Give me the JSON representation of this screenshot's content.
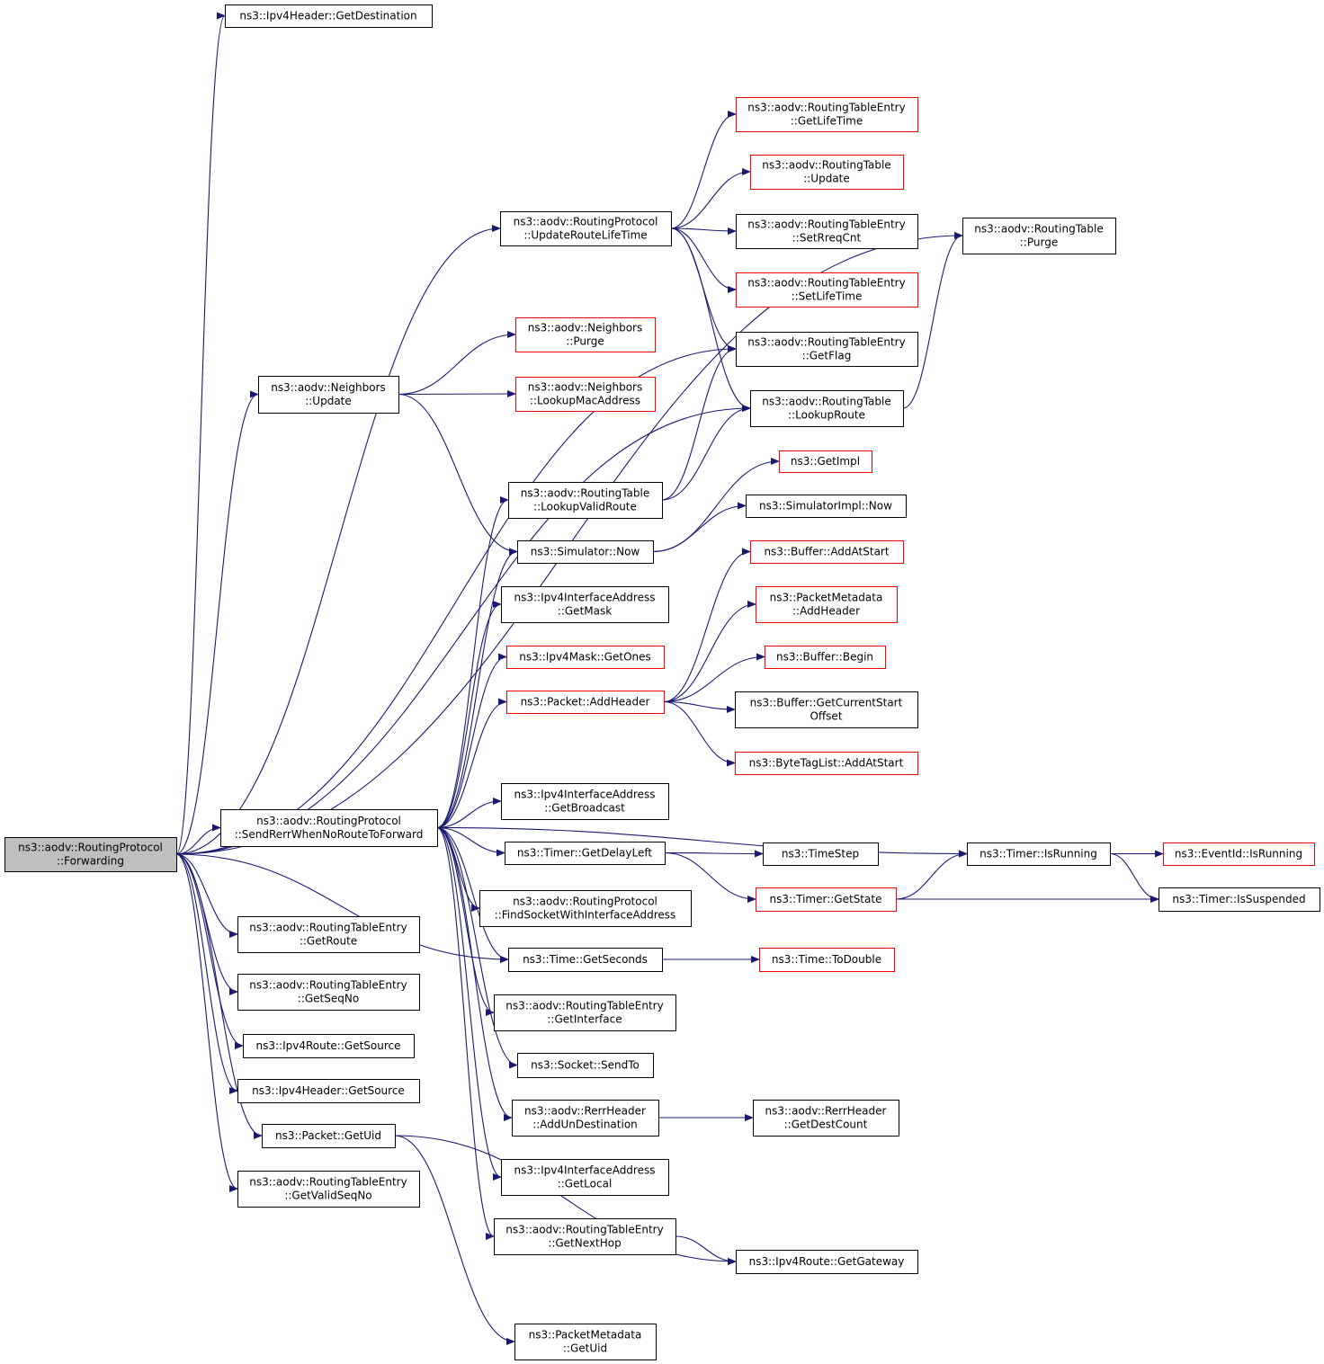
{
  "colors": {
    "edge": "#191970",
    "border_normal": "#000000",
    "border_truncated": "#ff0000",
    "root_fill": "#bfbfbf",
    "node_fill": "#ffffff"
  },
  "nodes": [
    {
      "id": "forwarding",
      "lines": [
        "ns3::aodv::RoutingProtocol",
        "::Forwarding"
      ],
      "style": "root"
    },
    {
      "id": "ipv4header-getdestination",
      "lines": [
        "ns3::Ipv4Header::GetDestination"
      ],
      "style": "normal"
    },
    {
      "id": "updateroutelifetime",
      "lines": [
        "ns3::aodv::RoutingProtocol",
        "::UpdateRouteLifeTime"
      ],
      "style": "normal"
    },
    {
      "id": "rte-getlifetime",
      "lines": [
        "ns3::aodv::RoutingTableEntry",
        "::GetLifeTime"
      ],
      "style": "truncated"
    },
    {
      "id": "rt-update",
      "lines": [
        "ns3::aodv::RoutingTable",
        "::Update"
      ],
      "style": "truncated"
    },
    {
      "id": "rte-setreqcnt",
      "lines": [
        "ns3::aodv::RoutingTableEntry",
        "::SetRreqCnt"
      ],
      "style": "normal"
    },
    {
      "id": "rt-purge",
      "lines": [
        "ns3::aodv::RoutingTable",
        "::Purge"
      ],
      "style": "normal"
    },
    {
      "id": "rte-setlifetime",
      "lines": [
        "ns3::aodv::RoutingTableEntry",
        "::SetLifeTime"
      ],
      "style": "truncated"
    },
    {
      "id": "rte-getflag",
      "lines": [
        "ns3::aodv::RoutingTableEntry",
        "::GetFlag"
      ],
      "style": "normal"
    },
    {
      "id": "neighbors-update",
      "lines": [
        "ns3::aodv::Neighbors",
        "::Update"
      ],
      "style": "normal"
    },
    {
      "id": "neighbors-purge",
      "lines": [
        "ns3::aodv::Neighbors",
        "::Purge"
      ],
      "style": "truncated"
    },
    {
      "id": "neighbors-lookupmac",
      "lines": [
        "ns3::aodv::Neighbors",
        "::LookupMacAddress"
      ],
      "style": "truncated"
    },
    {
      "id": "rt-lookuproute",
      "lines": [
        "ns3::aodv::RoutingTable",
        "::LookupRoute"
      ],
      "style": "normal"
    },
    {
      "id": "getimpl",
      "lines": [
        "ns3::GetImpl"
      ],
      "style": "truncated"
    },
    {
      "id": "rt-lookupvalidroute",
      "lines": [
        "ns3::aodv::RoutingTable",
        "::LookupValidRoute"
      ],
      "style": "normal"
    },
    {
      "id": "simulatorimpl-now",
      "lines": [
        "ns3::SimulatorImpl::Now"
      ],
      "style": "normal"
    },
    {
      "id": "simulator-now",
      "lines": [
        "ns3::Simulator::Now"
      ],
      "style": "normal"
    },
    {
      "id": "buffer-addatstart",
      "lines": [
        "ns3::Buffer::AddAtStart"
      ],
      "style": "truncated"
    },
    {
      "id": "ipv4ifaddr-getmask",
      "lines": [
        "ns3::Ipv4InterfaceAddress",
        "::GetMask"
      ],
      "style": "normal"
    },
    {
      "id": "packetmetadata-addheader",
      "lines": [
        "ns3::PacketMetadata",
        "::AddHeader"
      ],
      "style": "truncated"
    },
    {
      "id": "ipv4mask-getones",
      "lines": [
        "ns3::Ipv4Mask::GetOnes"
      ],
      "style": "truncated"
    },
    {
      "id": "buffer-begin",
      "lines": [
        "ns3::Buffer::Begin"
      ],
      "style": "truncated"
    },
    {
      "id": "packet-addheader",
      "lines": [
        "ns3::Packet::AddHeader"
      ],
      "style": "truncated"
    },
    {
      "id": "buffer-getcurrentstartoffset",
      "lines": [
        "ns3::Buffer::GetCurrentStart",
        "Offset"
      ],
      "style": "normal"
    },
    {
      "id": "bytetaglist-addatstart",
      "lines": [
        "ns3::ByteTagList::AddAtStart"
      ],
      "style": "truncated"
    },
    {
      "id": "ipv4ifaddr-getbroadcast",
      "lines": [
        "ns3::Ipv4InterfaceAddress",
        "::GetBroadcast"
      ],
      "style": "normal"
    },
    {
      "id": "sendrerr",
      "lines": [
        "ns3::aodv::RoutingProtocol",
        "::SendRerrWhenNoRouteToForward"
      ],
      "style": "normal"
    },
    {
      "id": "timer-getdelayleft",
      "lines": [
        "ns3::Timer::GetDelayLeft"
      ],
      "style": "normal"
    },
    {
      "id": "timestep",
      "lines": [
        "ns3::TimeStep"
      ],
      "style": "normal"
    },
    {
      "id": "timer-isrunning",
      "lines": [
        "ns3::Timer::IsRunning"
      ],
      "style": "normal"
    },
    {
      "id": "eventid-isrunning",
      "lines": [
        "ns3::EventId::IsRunning"
      ],
      "style": "truncated"
    },
    {
      "id": "timer-getstate",
      "lines": [
        "ns3::Timer::GetState"
      ],
      "style": "truncated"
    },
    {
      "id": "timer-issuspended",
      "lines": [
        "ns3::Timer::IsSuspended"
      ],
      "style": "normal"
    },
    {
      "id": "findsocket",
      "lines": [
        "ns3::aodv::RoutingProtocol",
        "::FindSocketWithInterfaceAddress"
      ],
      "style": "normal"
    },
    {
      "id": "rte-getroute",
      "lines": [
        "ns3::aodv::RoutingTableEntry",
        "::GetRoute"
      ],
      "style": "normal"
    },
    {
      "id": "time-getseconds",
      "lines": [
        "ns3::Time::GetSeconds"
      ],
      "style": "normal"
    },
    {
      "id": "time-todouble",
      "lines": [
        "ns3::Time::ToDouble"
      ],
      "style": "truncated"
    },
    {
      "id": "rte-getseqno",
      "lines": [
        "ns3::aodv::RoutingTableEntry",
        "::GetSeqNo"
      ],
      "style": "normal"
    },
    {
      "id": "rte-getinterface",
      "lines": [
        "ns3::aodv::RoutingTableEntry",
        "::GetInterface"
      ],
      "style": "normal"
    },
    {
      "id": "ipv4route-getsource",
      "lines": [
        "ns3::Ipv4Route::GetSource"
      ],
      "style": "normal"
    },
    {
      "id": "socket-sendto",
      "lines": [
        "ns3::Socket::SendTo"
      ],
      "style": "normal"
    },
    {
      "id": "ipv4header-getsource",
      "lines": [
        "ns3::Ipv4Header::GetSource"
      ],
      "style": "normal"
    },
    {
      "id": "rerr-addundestination",
      "lines": [
        "ns3::aodv::RerrHeader",
        "::AddUnDestination"
      ],
      "style": "normal"
    },
    {
      "id": "rerr-getdestcount",
      "lines": [
        "ns3::aodv::RerrHeader",
        "::GetDestCount"
      ],
      "style": "normal"
    },
    {
      "id": "packet-getuid",
      "lines": [
        "ns3::Packet::GetUid"
      ],
      "style": "normal"
    },
    {
      "id": "ipv4ifaddr-getlocal",
      "lines": [
        "ns3::Ipv4InterfaceAddress",
        "::GetLocal"
      ],
      "style": "normal"
    },
    {
      "id": "rte-getvalidseqno",
      "lines": [
        "ns3::aodv::RoutingTableEntry",
        "::GetValidSeqNo"
      ],
      "style": "normal"
    },
    {
      "id": "rte-getnexthop",
      "lines": [
        "ns3::aodv::RoutingTableEntry",
        "::GetNextHop"
      ],
      "style": "normal"
    },
    {
      "id": "ipv4route-getgateway",
      "lines": [
        "ns3::Ipv4Route::GetGateway"
      ],
      "style": "normal"
    },
    {
      "id": "packetmetadata-getuid",
      "lines": [
        "ns3::PacketMetadata",
        "::GetUid"
      ],
      "style": "normal"
    }
  ],
  "edges": [
    [
      "forwarding",
      "ipv4header-getdestination"
    ],
    [
      "forwarding",
      "rt-purge"
    ],
    [
      "forwarding",
      "updateroutelifetime"
    ],
    [
      "forwarding",
      "rte-getflag"
    ],
    [
      "forwarding",
      "neighbors-update"
    ],
    [
      "forwarding",
      "rt-lookuproute"
    ],
    [
      "forwarding",
      "sendrerr"
    ],
    [
      "forwarding",
      "rte-getroute"
    ],
    [
      "forwarding",
      "rte-getseqno"
    ],
    [
      "forwarding",
      "ipv4route-getsource"
    ],
    [
      "forwarding",
      "ipv4header-getsource"
    ],
    [
      "forwarding",
      "packet-getuid"
    ],
    [
      "forwarding",
      "rte-getvalidseqno"
    ],
    [
      "forwarding",
      "time-getseconds"
    ],
    [
      "updateroutelifetime",
      "rte-getlifetime"
    ],
    [
      "updateroutelifetime",
      "rt-update"
    ],
    [
      "updateroutelifetime",
      "rte-setreqcnt"
    ],
    [
      "updateroutelifetime",
      "rte-setlifetime"
    ],
    [
      "updateroutelifetime",
      "rte-getflag"
    ],
    [
      "updateroutelifetime",
      "rt-lookuproute"
    ],
    [
      "rt-lookuproute",
      "rt-purge"
    ],
    [
      "neighbors-update",
      "neighbors-purge"
    ],
    [
      "neighbors-update",
      "neighbors-lookupmac"
    ],
    [
      "neighbors-update",
      "simulator-now"
    ],
    [
      "rt-lookupvalidroute",
      "rte-getflag"
    ],
    [
      "rt-lookupvalidroute",
      "rt-lookuproute"
    ],
    [
      "simulator-now",
      "getimpl"
    ],
    [
      "simulator-now",
      "simulatorimpl-now"
    ],
    [
      "packet-addheader",
      "buffer-addatstart"
    ],
    [
      "packet-addheader",
      "packetmetadata-addheader"
    ],
    [
      "packet-addheader",
      "buffer-begin"
    ],
    [
      "packet-addheader",
      "buffer-getcurrentstartoffset"
    ],
    [
      "packet-addheader",
      "bytetaglist-addatstart"
    ],
    [
      "sendrerr",
      "rt-lookupvalidroute"
    ],
    [
      "sendrerr",
      "simulator-now"
    ],
    [
      "sendrerr",
      "ipv4ifaddr-getmask"
    ],
    [
      "sendrerr",
      "ipv4mask-getones"
    ],
    [
      "sendrerr",
      "packet-addheader"
    ],
    [
      "sendrerr",
      "timer-isrunning"
    ],
    [
      "sendrerr",
      "ipv4ifaddr-getbroadcast"
    ],
    [
      "sendrerr",
      "timer-getdelayleft"
    ],
    [
      "sendrerr",
      "findsocket"
    ],
    [
      "sendrerr",
      "time-getseconds"
    ],
    [
      "sendrerr",
      "rte-getinterface"
    ],
    [
      "sendrerr",
      "socket-sendto"
    ],
    [
      "sendrerr",
      "rerr-addundestination"
    ],
    [
      "sendrerr",
      "ipv4ifaddr-getlocal"
    ],
    [
      "sendrerr",
      "rte-getnexthop"
    ],
    [
      "timer-getdelayleft",
      "timestep"
    ],
    [
      "timer-getdelayleft",
      "timer-getstate"
    ],
    [
      "timer-getstate",
      "timer-isrunning"
    ],
    [
      "timer-getstate",
      "timer-issuspended"
    ],
    [
      "timer-isrunning",
      "eventid-isrunning"
    ],
    [
      "timer-isrunning",
      "timer-issuspended"
    ],
    [
      "time-getseconds",
      "time-todouble"
    ],
    [
      "rerr-addundestination",
      "rerr-getdestcount"
    ],
    [
      "rte-getnexthop",
      "ipv4route-getgateway"
    ],
    [
      "packet-getuid",
      "packetmetadata-getuid"
    ],
    [
      "packet-getuid",
      "ipv4route-getgateway"
    ]
  ]
}
